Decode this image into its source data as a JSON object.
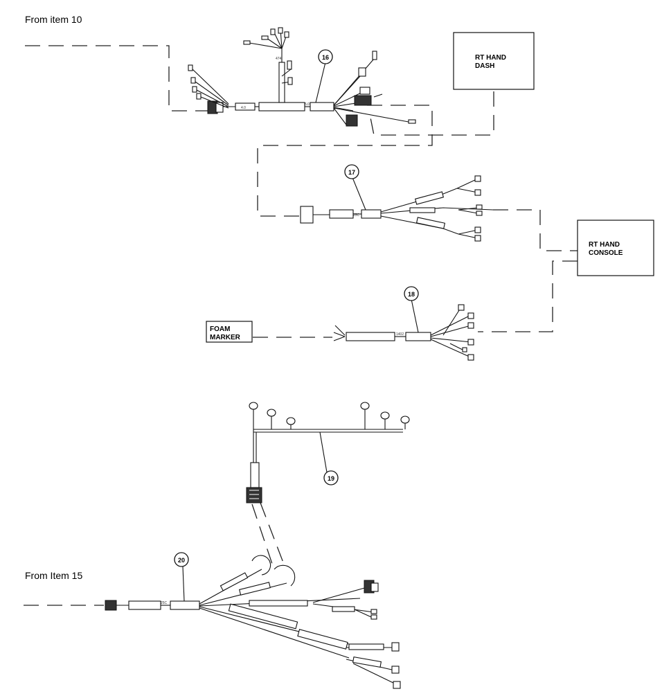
{
  "labels": {
    "from_item_10": "From item 10",
    "from_item_15": "From Item 15"
  },
  "boxes": {
    "dash": {
      "line1": "RT HAND",
      "line2": "DASH"
    },
    "console": {
      "line1": "RT HAND",
      "line2": "CONSOLE"
    },
    "foam": {
      "line1": "FOAM",
      "line2": "MARKER"
    }
  },
  "callouts": {
    "item16": "16",
    "item17": "17",
    "item18": "18",
    "item19": "19",
    "item20": "20"
  }
}
